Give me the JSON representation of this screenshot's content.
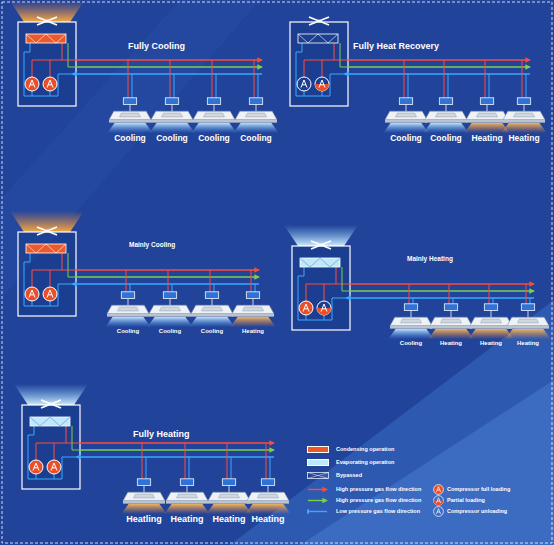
{
  "diagram": {
    "nodes": [
      {
        "text": [
          "Cooling"
        ]
      },
      {
        "text": [
          "Cooling"
        ]
      },
      {
        "text": [
          "Cooling"
        ]
      },
      {
        "text": [
          "Cooling"
        ]
      },
      {
        "text": [
          "Cooling"
        ]
      },
      {
        "text": [
          "Cooling"
        ]
      },
      {
        "text": [
          "Heating"
        ]
      },
      {
        "text": [
          "Heating"
        ]
      },
      {
        "text": [
          "Cooling"
        ]
      },
      {
        "text": [
          "Cooling"
        ]
      },
      {
        "text": [
          "Cooling"
        ]
      },
      {
        "text": [
          "Heating"
        ]
      },
      {
        "text": [
          "Cooling"
        ]
      },
      {
        "text": [
          "Heating"
        ]
      },
      {
        "text": [
          "Heating"
        ]
      },
      {
        "text": [
          "Heating"
        ]
      },
      {
        "text": [
          "Heatling"
        ]
      },
      {
        "text": [
          "Heating"
        ]
      },
      {
        "text": [
          "Heating"
        ]
      },
      {
        "text": [
          "Heating"
        ]
      }
    ],
    "labels": [
      "Fully Cooling",
      "Fully Heat Recovery",
      "Mainly Cooling",
      "Mainly Heating",
      "Fully Heating"
    ],
    "legend": [
      {
        "text": "Condensing operation",
        "color": "#ec5a2c"
      },
      {
        "text": "Evaporating operation",
        "color": "#bfe8fa"
      },
      {
        "text": "Bypassed"
      },
      {
        "text": "High pressure gas flow direction"
      },
      {
        "text": "High pressure gas flow direction"
      },
      {
        "text": "Low pressure gas flow direction"
      },
      {
        "text": "Compressor full loading"
      },
      {
        "text": "Partial loading"
      },
      {
        "text": "Compressor unloading"
      }
    ]
  }
}
